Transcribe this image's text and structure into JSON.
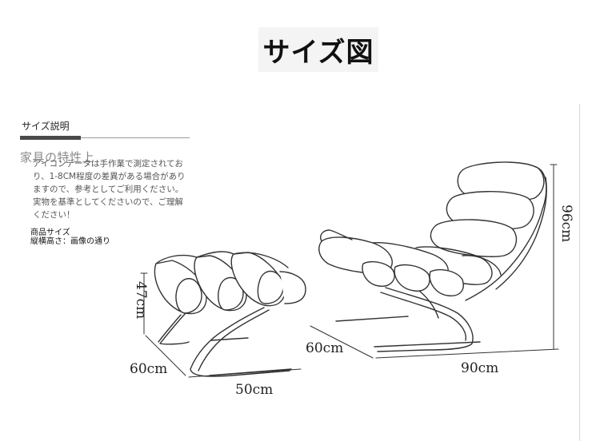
{
  "title": "サイズ図",
  "section": {
    "label": "サイズ説明",
    "heading": "家具の特性上",
    "body": "アイコンデータは手作業で測定されており、1-8CM程度の差異がある場合がありますので、参考としてご利用ください。実物を基準としてくださいので、ご理解ください！"
  },
  "spec": {
    "label": "商品サイズ",
    "value": "縦横高さ：画像の通り"
  },
  "dimensions": {
    "ottoman_height": "47cm",
    "ottoman_depth": "60cm",
    "ottoman_width": "50cm",
    "chair_height": "96cm",
    "chair_depth": "60cm",
    "chair_length": "90cm"
  },
  "colors": {
    "accent_bar": "#4a4a4a",
    "line": "#333333"
  }
}
